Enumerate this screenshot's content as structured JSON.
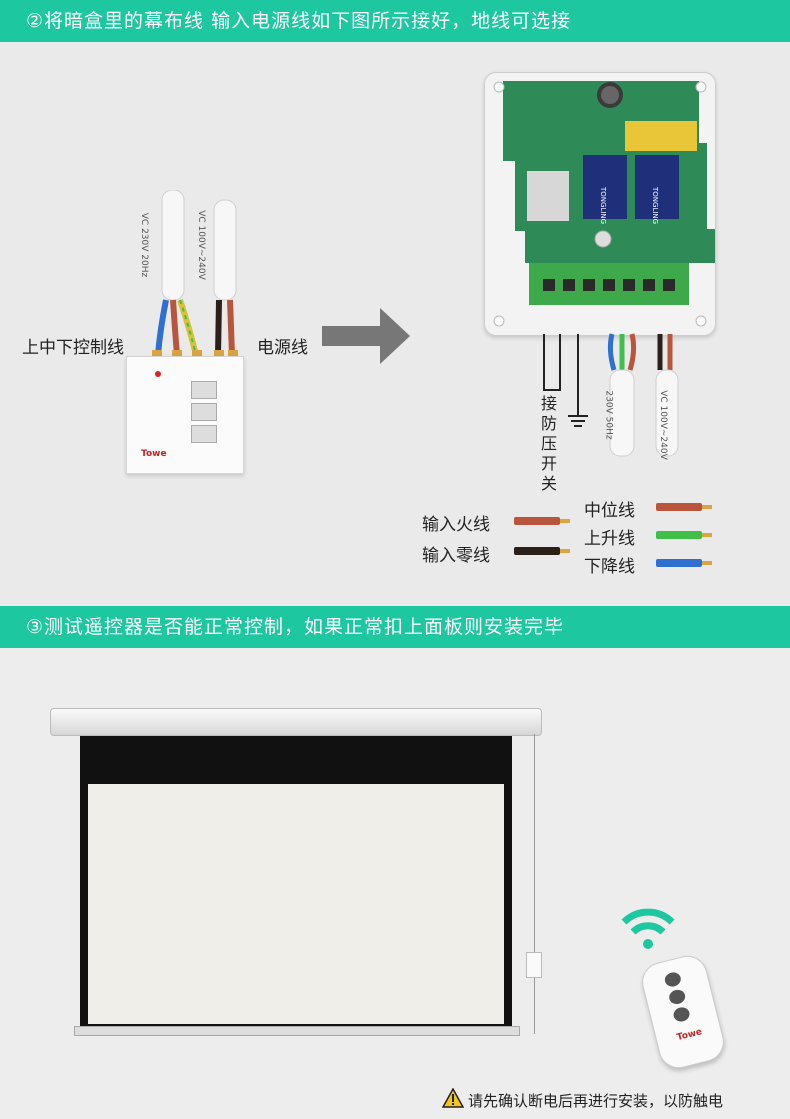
{
  "banner_top": {
    "text": "②将暗盒里的幕布线 输入电源线如下图所示接好，地线可选接"
  },
  "banner_mid": {
    "text": "③测试遥控器是否能正常控制，如果正常扣上面板则安装完毕"
  },
  "switch_panel": {
    "control_label": "上中下控制线",
    "power_label": "电源线",
    "brand": "Towe",
    "cable_left_text": "VC 230V 20Hz",
    "cable_right_text": "VC 100V~240V"
  },
  "board": {
    "relay_text": "TONGLING",
    "vertical_label": "接防压开关",
    "cable_a_text": "230V 50Hz",
    "cable_b_text": "VC 100V~240V"
  },
  "legend": {
    "left": [
      {
        "label": "输入火线",
        "color": "#b8553c"
      },
      {
        "label": "输入零线",
        "color": "#2b1f1a"
      }
    ],
    "right": [
      {
        "label": "中位线",
        "color": "#b8553c"
      },
      {
        "label": "上升线",
        "color": "#3fbf4a"
      },
      {
        "label": "下降线",
        "color": "#2f6fd0"
      }
    ]
  },
  "remote": {
    "brand": "Towe"
  },
  "warning": {
    "icon": "warning-icon",
    "text": "请先确认断电后再进行安装，以防触电"
  },
  "colors": {
    "accent": "#1dc7a0",
    "board_green": "#2e8b57"
  }
}
